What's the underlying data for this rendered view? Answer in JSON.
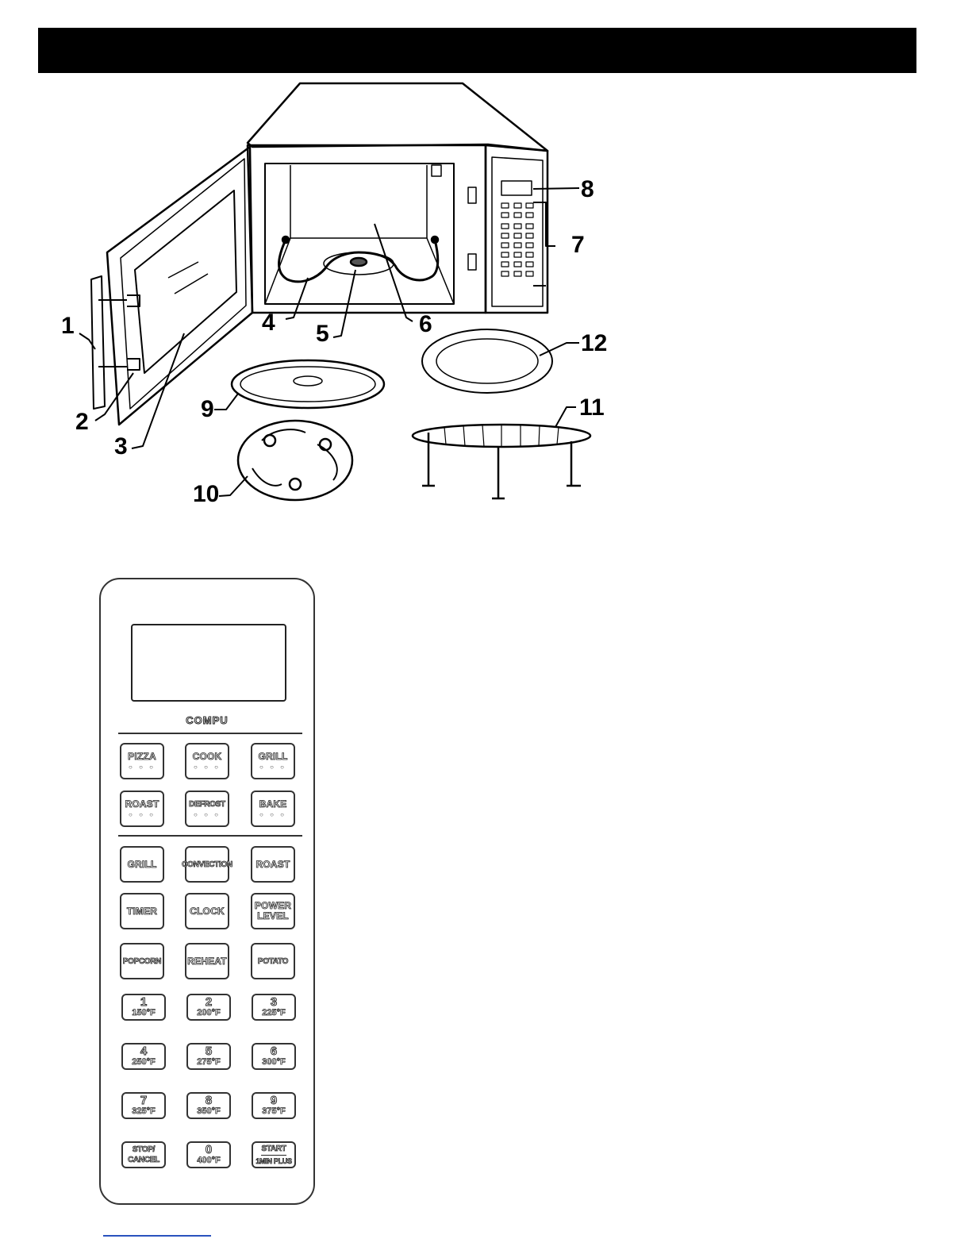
{
  "diagram": {
    "callouts": [
      "1",
      "2",
      "3",
      "4",
      "5",
      "6",
      "7",
      "8",
      "9",
      "10",
      "11",
      "12"
    ]
  },
  "control_panel": {
    "brand": "COMPU",
    "dots": "○ ○ ○",
    "auto_menu": [
      {
        "label": "PIZZA"
      },
      {
        "label": "COOK"
      },
      {
        "label": "GRILL"
      },
      {
        "label": "ROAST"
      },
      {
        "label": "DEFROST"
      },
      {
        "label": "BAKE"
      }
    ],
    "function_keys": [
      {
        "label": "GRILL"
      },
      {
        "label": "CONVECTION"
      },
      {
        "label": "ROAST"
      },
      {
        "label": "TIMER"
      },
      {
        "label": "CLOCK"
      },
      {
        "label": "POWER\nLEVEL"
      },
      {
        "label": "POPCORN"
      },
      {
        "label": "REHEAT"
      },
      {
        "label": "POTATO"
      }
    ],
    "number_keys": [
      {
        "digit": "1",
        "temp": "150°F"
      },
      {
        "digit": "2",
        "temp": "200°F"
      },
      {
        "digit": "3",
        "temp": "225°F"
      },
      {
        "digit": "4",
        "temp": "250°F"
      },
      {
        "digit": "5",
        "temp": "275°F"
      },
      {
        "digit": "6",
        "temp": "300°F"
      },
      {
        "digit": "7",
        "temp": "325°F"
      },
      {
        "digit": "8",
        "temp": "350°F"
      },
      {
        "digit": "9",
        "temp": "375°F"
      }
    ],
    "bottom_keys": {
      "stop_cancel": "STOP/\nCANCEL",
      "zero_digit": "0",
      "zero_temp": "400°F",
      "start": "START",
      "start_sub": "1MIN PLUS"
    }
  }
}
